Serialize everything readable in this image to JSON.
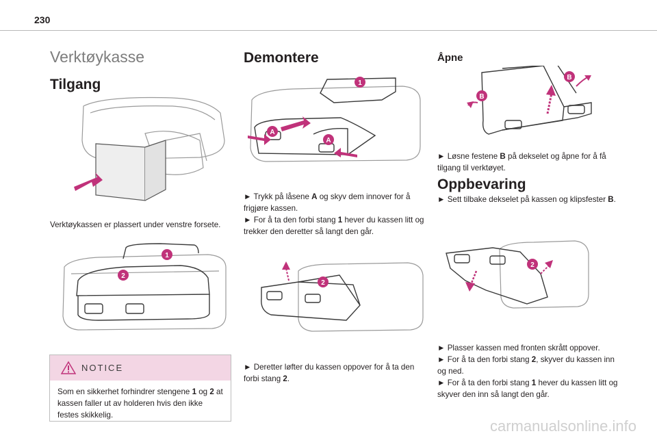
{
  "page_number": "230",
  "section_title": "Verktøykasse",
  "col1": {
    "heading": "Tilgang",
    "text": "Verktøykassen er plassert under venstre forsete.",
    "notice": {
      "title": "NOTICE",
      "text_parts": [
        "Som en sikkerhet forhindrer stengene ",
        "1",
        " og ",
        "2",
        " at kassen faller ut av holderen hvis den ikke festes skikkelig."
      ]
    },
    "callouts": [
      "1",
      "2"
    ]
  },
  "col2": {
    "heading": "Demontere",
    "callouts_top": [
      "1",
      "A",
      "A"
    ],
    "para1_parts": [
      "► Trykk på låsene ",
      "A",
      " og skyv dem innover for å frigjøre kassen."
    ],
    "para2_parts": [
      "► For å ta den forbi stang ",
      "1",
      " hever du kassen litt og trekker den deretter så langt den går."
    ],
    "callouts_bottom": [
      "2"
    ],
    "para3_parts": [
      "► Deretter løfter du kassen oppover for å ta den forbi stang ",
      "2",
      "."
    ]
  },
  "col3": {
    "heading_open": "Åpne",
    "callouts_top": [
      "B",
      "B"
    ],
    "para_open_parts": [
      "► Løsne festene ",
      "B",
      " på dekselet og åpne for å få tilgang til verktøyet."
    ],
    "heading_store": "Oppbevaring",
    "para_store_parts": [
      "► Sett tilbake dekselet på kassen og klipsfester ",
      "B",
      "."
    ],
    "callouts_bottom": [
      "2"
    ],
    "para4_parts": [
      "► Plasser kassen med fronten skrått oppover."
    ],
    "para5_parts": [
      "► For å ta den forbi stang ",
      "2",
      ", skyver du kassen inn og ned."
    ],
    "para6_parts": [
      "► For å ta den forbi stang ",
      "1",
      " hever du kassen litt og skyver den inn så langt den går."
    ]
  },
  "footer": "carmanualsonline.info",
  "colors": {
    "accent": "#c0327a",
    "notice_bg": "#f3d6e4"
  }
}
